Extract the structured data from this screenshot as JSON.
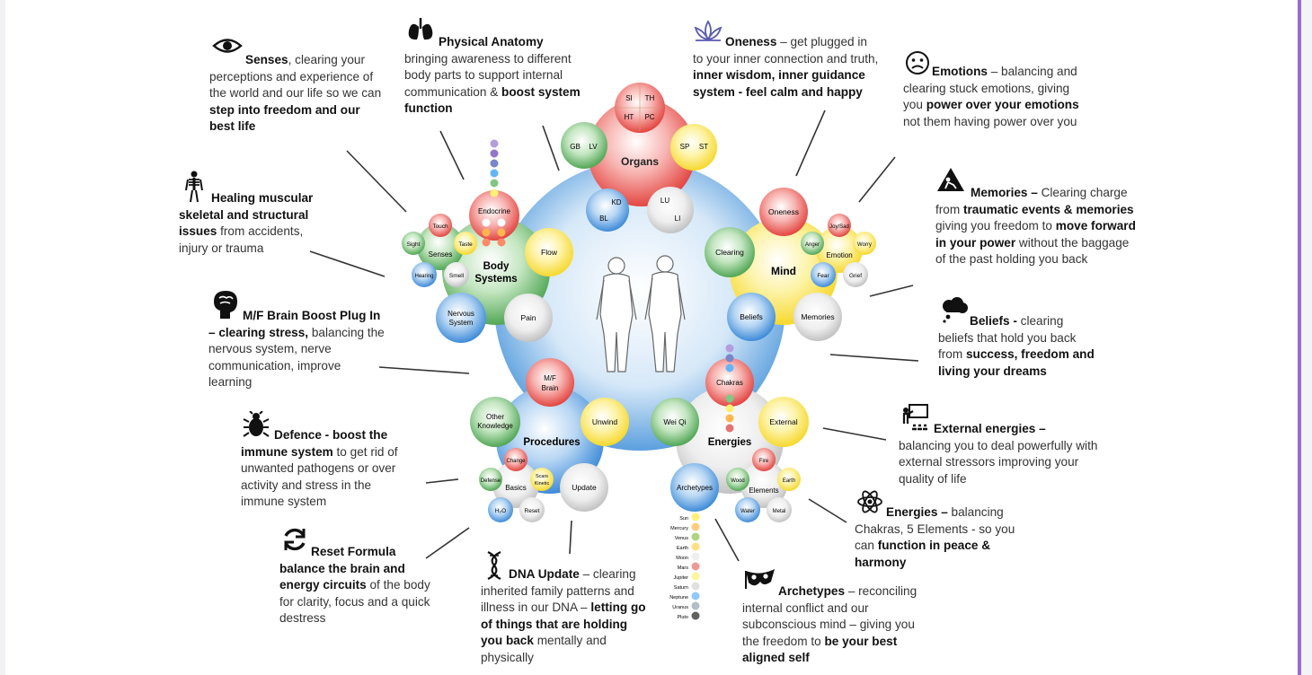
{
  "hub": {
    "organs": {
      "title": "Organs",
      "items": [
        "SI",
        "TH",
        "HT",
        "PC",
        "GB",
        "LV",
        "SP",
        "ST",
        "KD",
        "BL",
        "LU",
        "LI"
      ]
    },
    "body_systems": {
      "title_line1": "Body",
      "title_line2": "Systems",
      "endocrine": "Endocrine",
      "senses": "Senses",
      "touch": "Touch",
      "sight": "Sight",
      "taste": "Taste",
      "hearing": "Hearing",
      "smell": "Smell",
      "flow": "Flow",
      "nervous_line1": "Nervous",
      "nervous_line2": "System",
      "pain": "Pain"
    },
    "mind": {
      "title": "Mind",
      "oneness": "Oneness",
      "clearing": "Clearing",
      "emotion": "Emotion",
      "joy_sad": "Joy/Sad",
      "anger": "Anger",
      "worry": "Worry",
      "fear": "Fear",
      "grief": "Grief",
      "beliefs": "Beliefs",
      "memories": "Memories"
    },
    "procedures": {
      "title": "Procedures",
      "mf_line1": "M/F",
      "mf_line2": "Brain",
      "other_line1": "Other",
      "other_line2": "Knowledge",
      "unwind": "Unwind",
      "change": "Change",
      "defense": "Defense",
      "basics": "Basics",
      "scars_line1": "Scars",
      "scars_line2": "Kinetic",
      "h2o": "H₂O",
      "reset": "Reset",
      "update": "Update"
    },
    "energies": {
      "title": "Energies",
      "chakras": "Chakras",
      "wei_qi": "Wei Qi",
      "external": "External",
      "archetypes": "Archetypes",
      "fire": "Fire",
      "wood": "Wood",
      "earth": "Earth",
      "elements": "Elements",
      "water": "Water",
      "metal": "Metal",
      "planets": [
        "Sun",
        "Mercury",
        "Venus",
        "Earth",
        "Moon",
        "Mars",
        "Jupiter",
        "Saturn",
        "Neptune",
        "Uranus",
        "Pluto"
      ]
    }
  },
  "callouts": {
    "senses": {
      "icon": "eye-icon",
      "bold": "Senses",
      "rest": ", clearing your perceptions and experience of the world and our life so we can ",
      "bold2": "step into freedom and our best life"
    },
    "anatomy": {
      "icon": "lungs-icon",
      "bold": "Physical Anatomy",
      "rest": "bringing awareness to different body parts to support internal communication & ",
      "bold2": "boost system function"
    },
    "oneness": {
      "icon": "lotus-icon",
      "bold": "Oneness",
      "rest": " – get plugged in to your inner connection and truth, ",
      "bold2": "inner wisdom, inner guidance system - feel calm and happy"
    },
    "emotions": {
      "icon": "sad-face-icon",
      "bold": "Emotions",
      "rest": " – balancing and clearing stuck emotions, giving you ",
      "bold2": "power over your emotions",
      "rest2": " not them having power over you"
    },
    "healing": {
      "icon": "skeleton-icon",
      "bold": "Healing muscular skeletal and structural issues",
      "rest": " from accidents, injury or trauma"
    },
    "memories": {
      "icon": "warning-icon",
      "bold": "Memories –",
      "rest": " Clearing charge from ",
      "bold2": "traumatic events & memories",
      "rest2": " giving you freedom to ",
      "bold3": "move forward in your power",
      "rest3": " without the baggage of the past holding you back"
    },
    "brain": {
      "icon": "brain-icon",
      "bold": "M/F Brain Boost Plug In – clearing stress,",
      "rest": " balancing the nervous system, nerve communication, improve learning"
    },
    "beliefs": {
      "icon": "cloud-icon",
      "bold": "Beliefs -",
      "rest": " clearing beliefs that hold you back from ",
      "bold2": "success, freedom and living your dreams"
    },
    "defence": {
      "icon": "bug-icon",
      "bold": "Defence - boost the immune system",
      "rest": " to get rid of unwanted pathogens or over activity and stress in the immune system"
    },
    "external": {
      "icon": "presenter-icon",
      "bold": "External energies –",
      "rest": "balancing you to deal powerfully with external stressors improving your quality of life"
    },
    "energies": {
      "icon": "atom-icon",
      "bold": "Energies –",
      "rest": " balancing Chakras, 5 Elements - so you can ",
      "bold2": "function in peace & harmony"
    },
    "reset": {
      "icon": "refresh-icon",
      "bold": "Reset Formula balance the brain and energy circuits",
      "rest": " of the body for clarity, focus and a quick destress"
    },
    "dna": {
      "icon": "dna-icon",
      "bold": "DNA Update",
      "rest": " – clearing inherited family patterns and illness in our DNA – ",
      "bold2": "letting go of things that are holding you back",
      "rest2": " mentally and physically"
    },
    "archetypes": {
      "icon": "mask-icon",
      "bold": "Archetypes",
      "rest": " – reconciling internal conflict and our subconscious mind – giving you the freedom to ",
      "bold2": "be your best aligned self"
    }
  },
  "colors": {
    "accent": "#9b6bd6",
    "red": "#e53935",
    "green": "#43a047",
    "yellow": "#fdd835",
    "blue": "#1e88e5",
    "grey": "#bdbdbd"
  }
}
